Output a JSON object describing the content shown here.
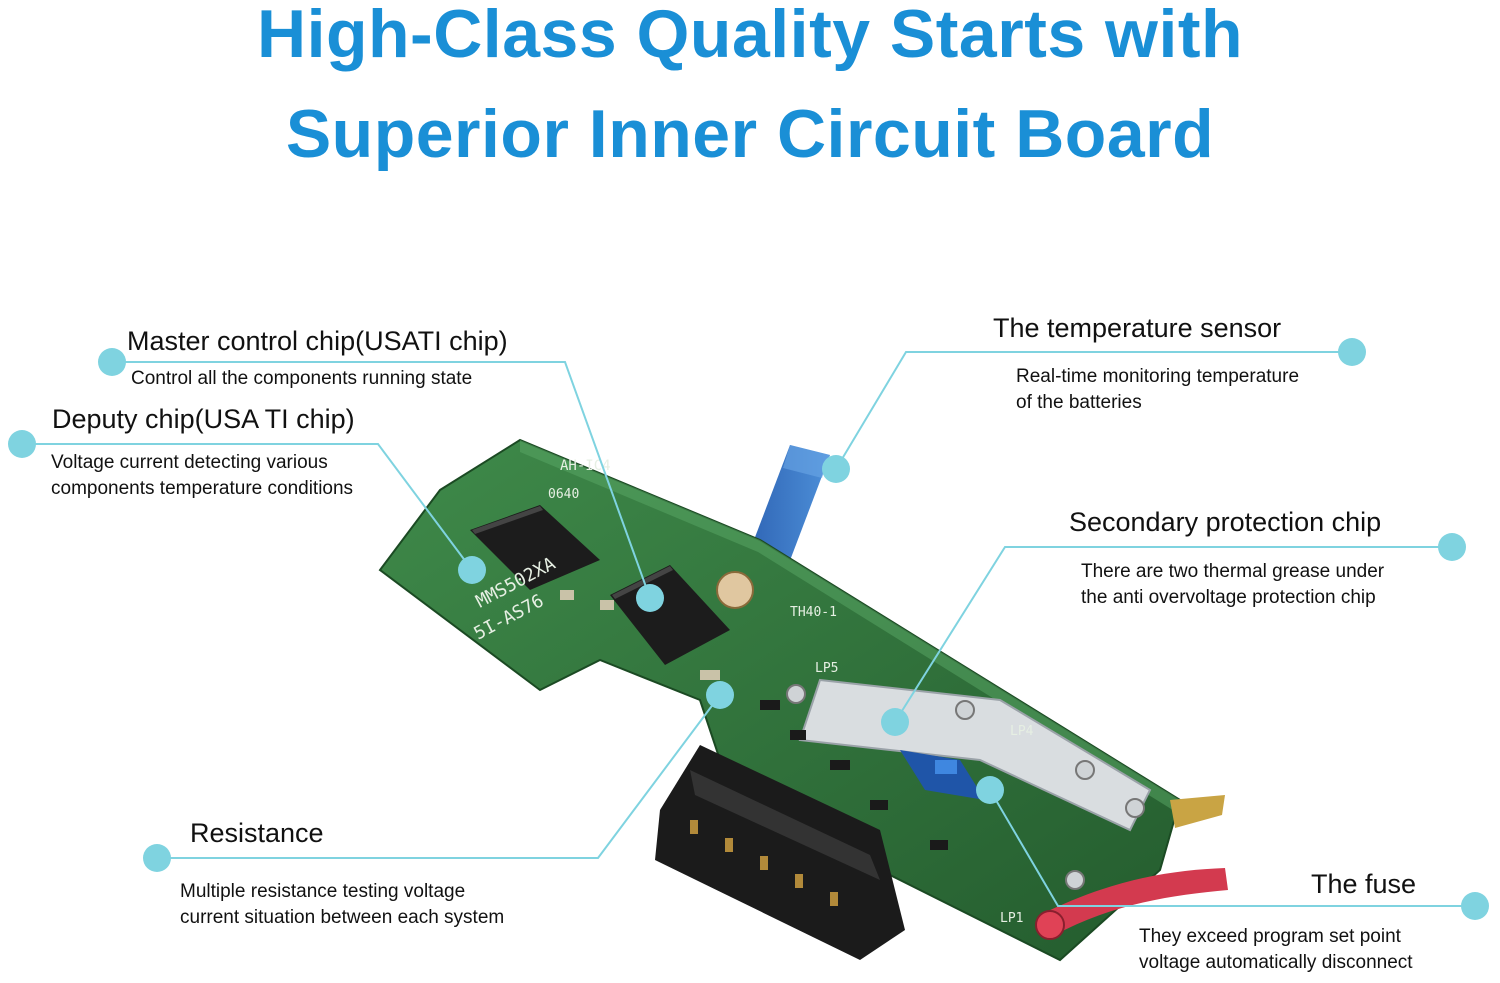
{
  "headline": {
    "line1": "High-Class Quality Starts with",
    "line2": "Superior Inner Circuit Board"
  },
  "callouts": {
    "master": {
      "title": "Master control chip(USATI chip)",
      "desc": [
        "Control all the components running state"
      ]
    },
    "deputy": {
      "title": "Deputy chip(USA TI chip)",
      "desc": [
        "Voltage current detecting various",
        "components temperature conditions"
      ]
    },
    "temp": {
      "title": "The temperature sensor",
      "desc": [
        "Real-time monitoring temperature",
        "of the batteries"
      ]
    },
    "secondary": {
      "title": "Secondary protection chip",
      "desc": [
        "There are two thermal grease under",
        "the anti overvoltage protection chip"
      ]
    },
    "resistance": {
      "title": "Resistance",
      "desc": [
        "Multiple resistance testing voltage",
        "current situation between each system"
      ]
    },
    "fuse": {
      "title": "The fuse",
      "desc": [
        "They exceed program set point",
        "voltage automatically disconnect"
      ]
    }
  },
  "board": {
    "silkscreen": [
      "MMS502XA",
      "5I-AS76",
      "LP5",
      "LP1",
      "LP4",
      "TH40-1",
      "AH-IC4",
      "0640"
    ]
  },
  "colors": {
    "headline": "#1a8fd6",
    "accent": "#7fd3e0",
    "board": "#2e6e3a"
  }
}
